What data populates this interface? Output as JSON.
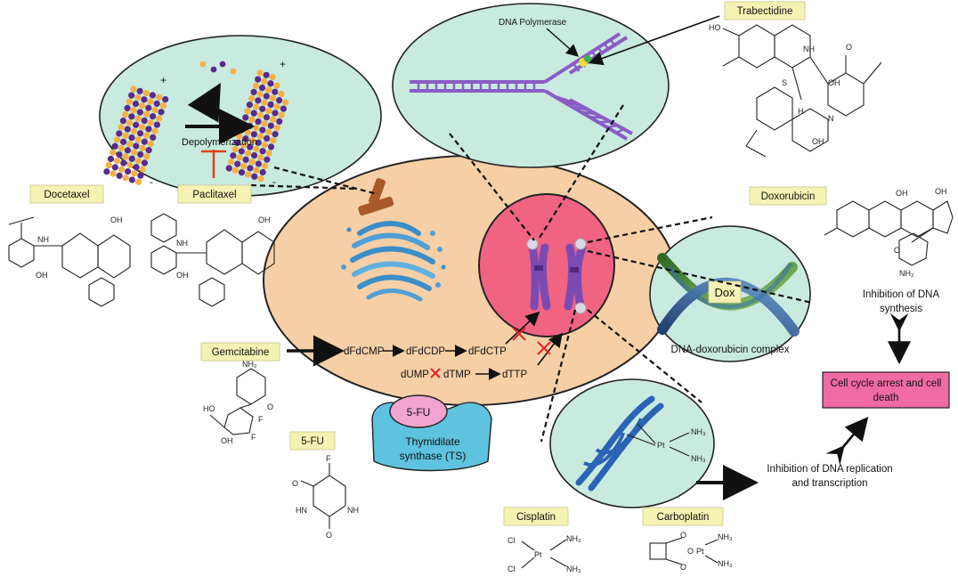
{
  "drugs": {
    "docetaxel": "Docetaxel",
    "paclitaxel": "Paclitaxel",
    "trabectidine": "Trabectidine",
    "doxorubicin": "Doxorubicin",
    "gemcitabine": "Gemcitabine",
    "fu": "5-FU",
    "cisplatin": "Cisplatin",
    "carboplatin": "Carboplatin"
  },
  "microtubule": {
    "depolymerization": "Depolymerization",
    "plus": "+",
    "minus": "-"
  },
  "dna_polymerase": "DNA Polymerase",
  "pathway": {
    "dFdCMP": "dFdCMP",
    "dFdCDP": "dFdCDP",
    "dFdCTP": "dFdCTP",
    "dUMP": "dUMP",
    "dTMP": "dTMP",
    "dTTP": "dTTP"
  },
  "ts": {
    "fu_label": "5-FU",
    "line1": "Thymidilate",
    "line2": "synthase (TS)"
  },
  "dox": {
    "label": "Dox",
    "complex": "DNA-doxorubicin complex"
  },
  "outcomes": {
    "inhibition_synthesis_1": "Inhibition of DNA",
    "inhibition_synthesis_2": "synthesis",
    "arrest_1": "Cell cycle arrest and cell",
    "arrest_2": "death",
    "replication_1": "Inhibition of DNA replication",
    "replication_2": "and transcription"
  },
  "chem_text": {
    "NH": "NH",
    "HO": "HO",
    "OH": "OH",
    "S": "S",
    "N": "N",
    "H": "H",
    "O": "O",
    "NH2": "NH₂",
    "F": "F",
    "HN": "HN",
    "NH3": "NH₃",
    "Cl": "Cl",
    "Pt": "Pt"
  },
  "colors": {
    "cell": "#f6cfa6",
    "nucleus": "#f06482",
    "green_panel": "#c9eadf",
    "highlight_box": "#f5f3b4",
    "death_box": "#f06aa3",
    "tubulin_orange": "#f5b042",
    "tubulin_purple": "#5a2a8c",
    "chromosome": "#7a4bb3",
    "ts_blue": "#5ec3df",
    "fu_pink": "#f2a4d0"
  }
}
